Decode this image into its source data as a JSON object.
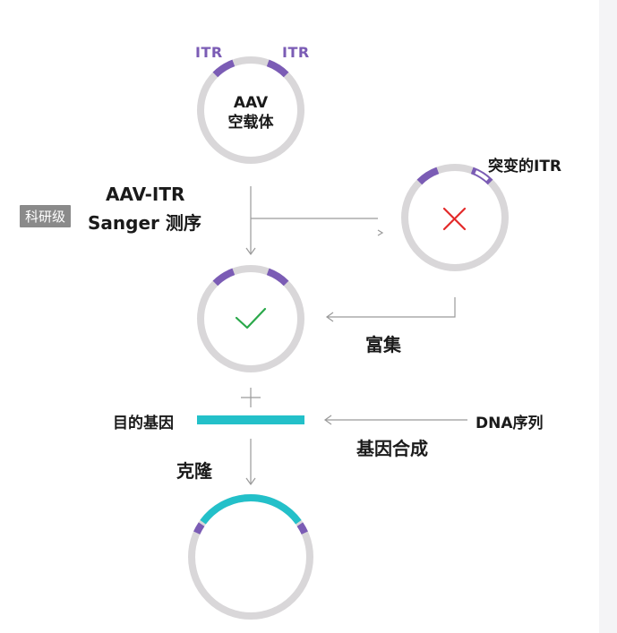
{
  "labels": {
    "itr_left": "ITR",
    "itr_right": "ITR",
    "aav_line1": "AAV",
    "aav_line2": "空载体",
    "mutant_itr": "突变的ITR",
    "badge": "科研级",
    "method_line1": "AAV-ITR",
    "method_line2": "Sanger 测序",
    "enrich": "富集",
    "target_gene": "目的基因",
    "dna_seq": "DNA序列",
    "gene_synthesis": "基因合成",
    "clone": "克隆"
  },
  "colors": {
    "ring": "#d9d7d9",
    "itr": "#7b5cb5",
    "insert": "#23c0c9",
    "check": "#2aa84a",
    "cross": "#e32b2b",
    "arrow": "#9a9a9a"
  },
  "icons": {
    "check": "check-icon",
    "cross": "cross-icon",
    "plus": "plus-icon"
  }
}
